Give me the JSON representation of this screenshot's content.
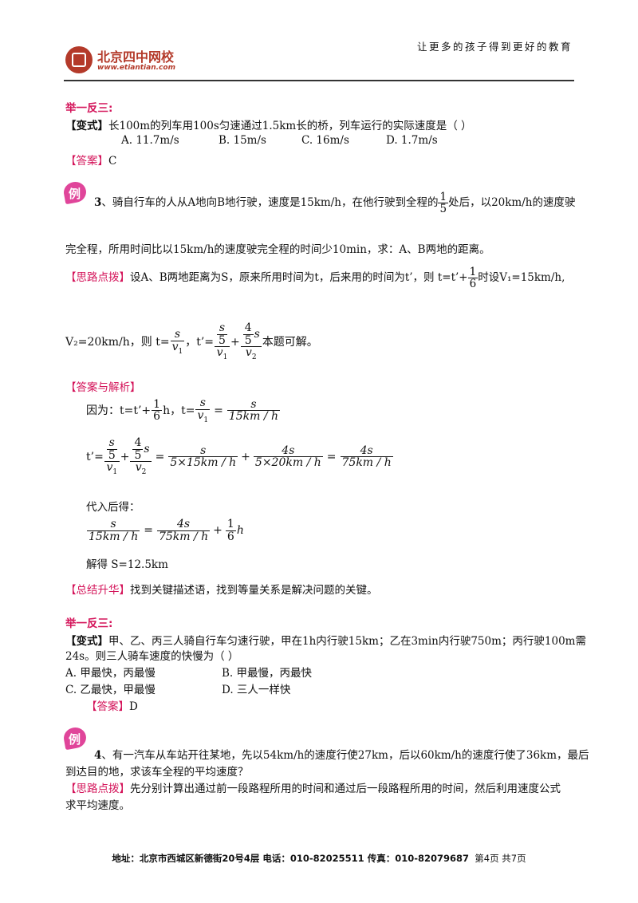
{
  "header": {
    "logo_text": "北京四中网校",
    "logo_url": "www.etiantian.com",
    "slogan": "让更多的孩子得到更好的教育"
  },
  "block1": {
    "title": "举一反三:",
    "variant_tag": "【变式】",
    "question": "长100m的列车用100s匀速通过1.5km长的桥，列车运行的实际速度是（    ）",
    "options": [
      "A. 11.7m/s",
      "B. 15m/s",
      "C. 16m/s",
      "D. 1.7m/s"
    ],
    "answer_tag": "【答案】",
    "answer": "C"
  },
  "example3": {
    "badge": "例",
    "number": "3",
    "line1_a": "、骑自行车的人从A地向B地行驶，速度是15km/h，在他行驶到全程的",
    "frac_num": "1",
    "frac_den": "5",
    "line1_b": "处后，以20km/h的速度驶",
    "line2": "完全程，所用时间比以15km/h的速度驶完全程的时间少10min，求：A、B两地的距离。",
    "hint_tag": "【思路点拨】",
    "hint_a": "设A、B两地距离为S，原来所用时间为t，后来用的时间为t’，则 t=t’+",
    "hint_frac_num": "1",
    "hint_frac_den": "6",
    "hint_b": "时设V₁=15km/h,",
    "hint_line2_a": "V₂=20km/h，则 t=",
    "hint_line2_b": "，t’=",
    "hint_line2_c": "本题可解。",
    "answer_tag": "【答案与解析】",
    "because": "因为：t=t’+",
    "because_h": "h，t=",
    "tprime": "t’=",
    "substitute": "代入后得：",
    "solve": "解得 S=12.5km",
    "summary_tag": "【总结升华】",
    "summary": "找到关键描述语，找到等量关系是解决问题的关键。"
  },
  "math": {
    "s": "s",
    "v1": "v",
    "sub1": "1",
    "v2": "v",
    "sub2": "2",
    "five": "5",
    "four": "4",
    "one": "1",
    "six": "6",
    "h": "h",
    "d15": "15km / h",
    "d5x15": "5×15km / h",
    "d5x20": "5×20km / h",
    "n4s": "4s",
    "d75": "75km / h",
    "plus": "+",
    "equals": "="
  },
  "block2": {
    "title": "举一反三:",
    "variant_tag": "【变式】",
    "question_a": "甲、乙、丙三人骑自行车匀速行驶，甲在1h内行驶15km；乙在3min内行驶750m；丙行驶100m需",
    "question_b": "24s。则三人骑车速度的快慢为（    ）",
    "options": [
      "A. 甲最快，丙最慢",
      "B. 甲最慢，丙最快",
      "C. 乙最快，甲最慢",
      "D. 三人一样快"
    ],
    "answer_tag": "【答案】",
    "answer": "D"
  },
  "example4": {
    "badge": "例",
    "number": "4",
    "line1": "、有一汽车从车站开往某地，先以54km/h的速度行使27km，后以60km/h的速度行使了36km，最后",
    "line2": "到达目的地，求该车全程的平均速度？",
    "hint_tag": "【思路点拨】",
    "hint1": "先分别计算出通过前一段路程所用的时间和通过后一段路程所用的时间，然后利用速度公式",
    "hint2": "求平均速度。"
  },
  "footer": {
    "address": "地址：北京市西城区新德街20号4层  电话：010-82025511  传真：010-82079687",
    "page": "第4页  共7页"
  },
  "colors": {
    "accent": "#d4145a",
    "brand": "#b43a2a",
    "badge": "#e0459a"
  }
}
